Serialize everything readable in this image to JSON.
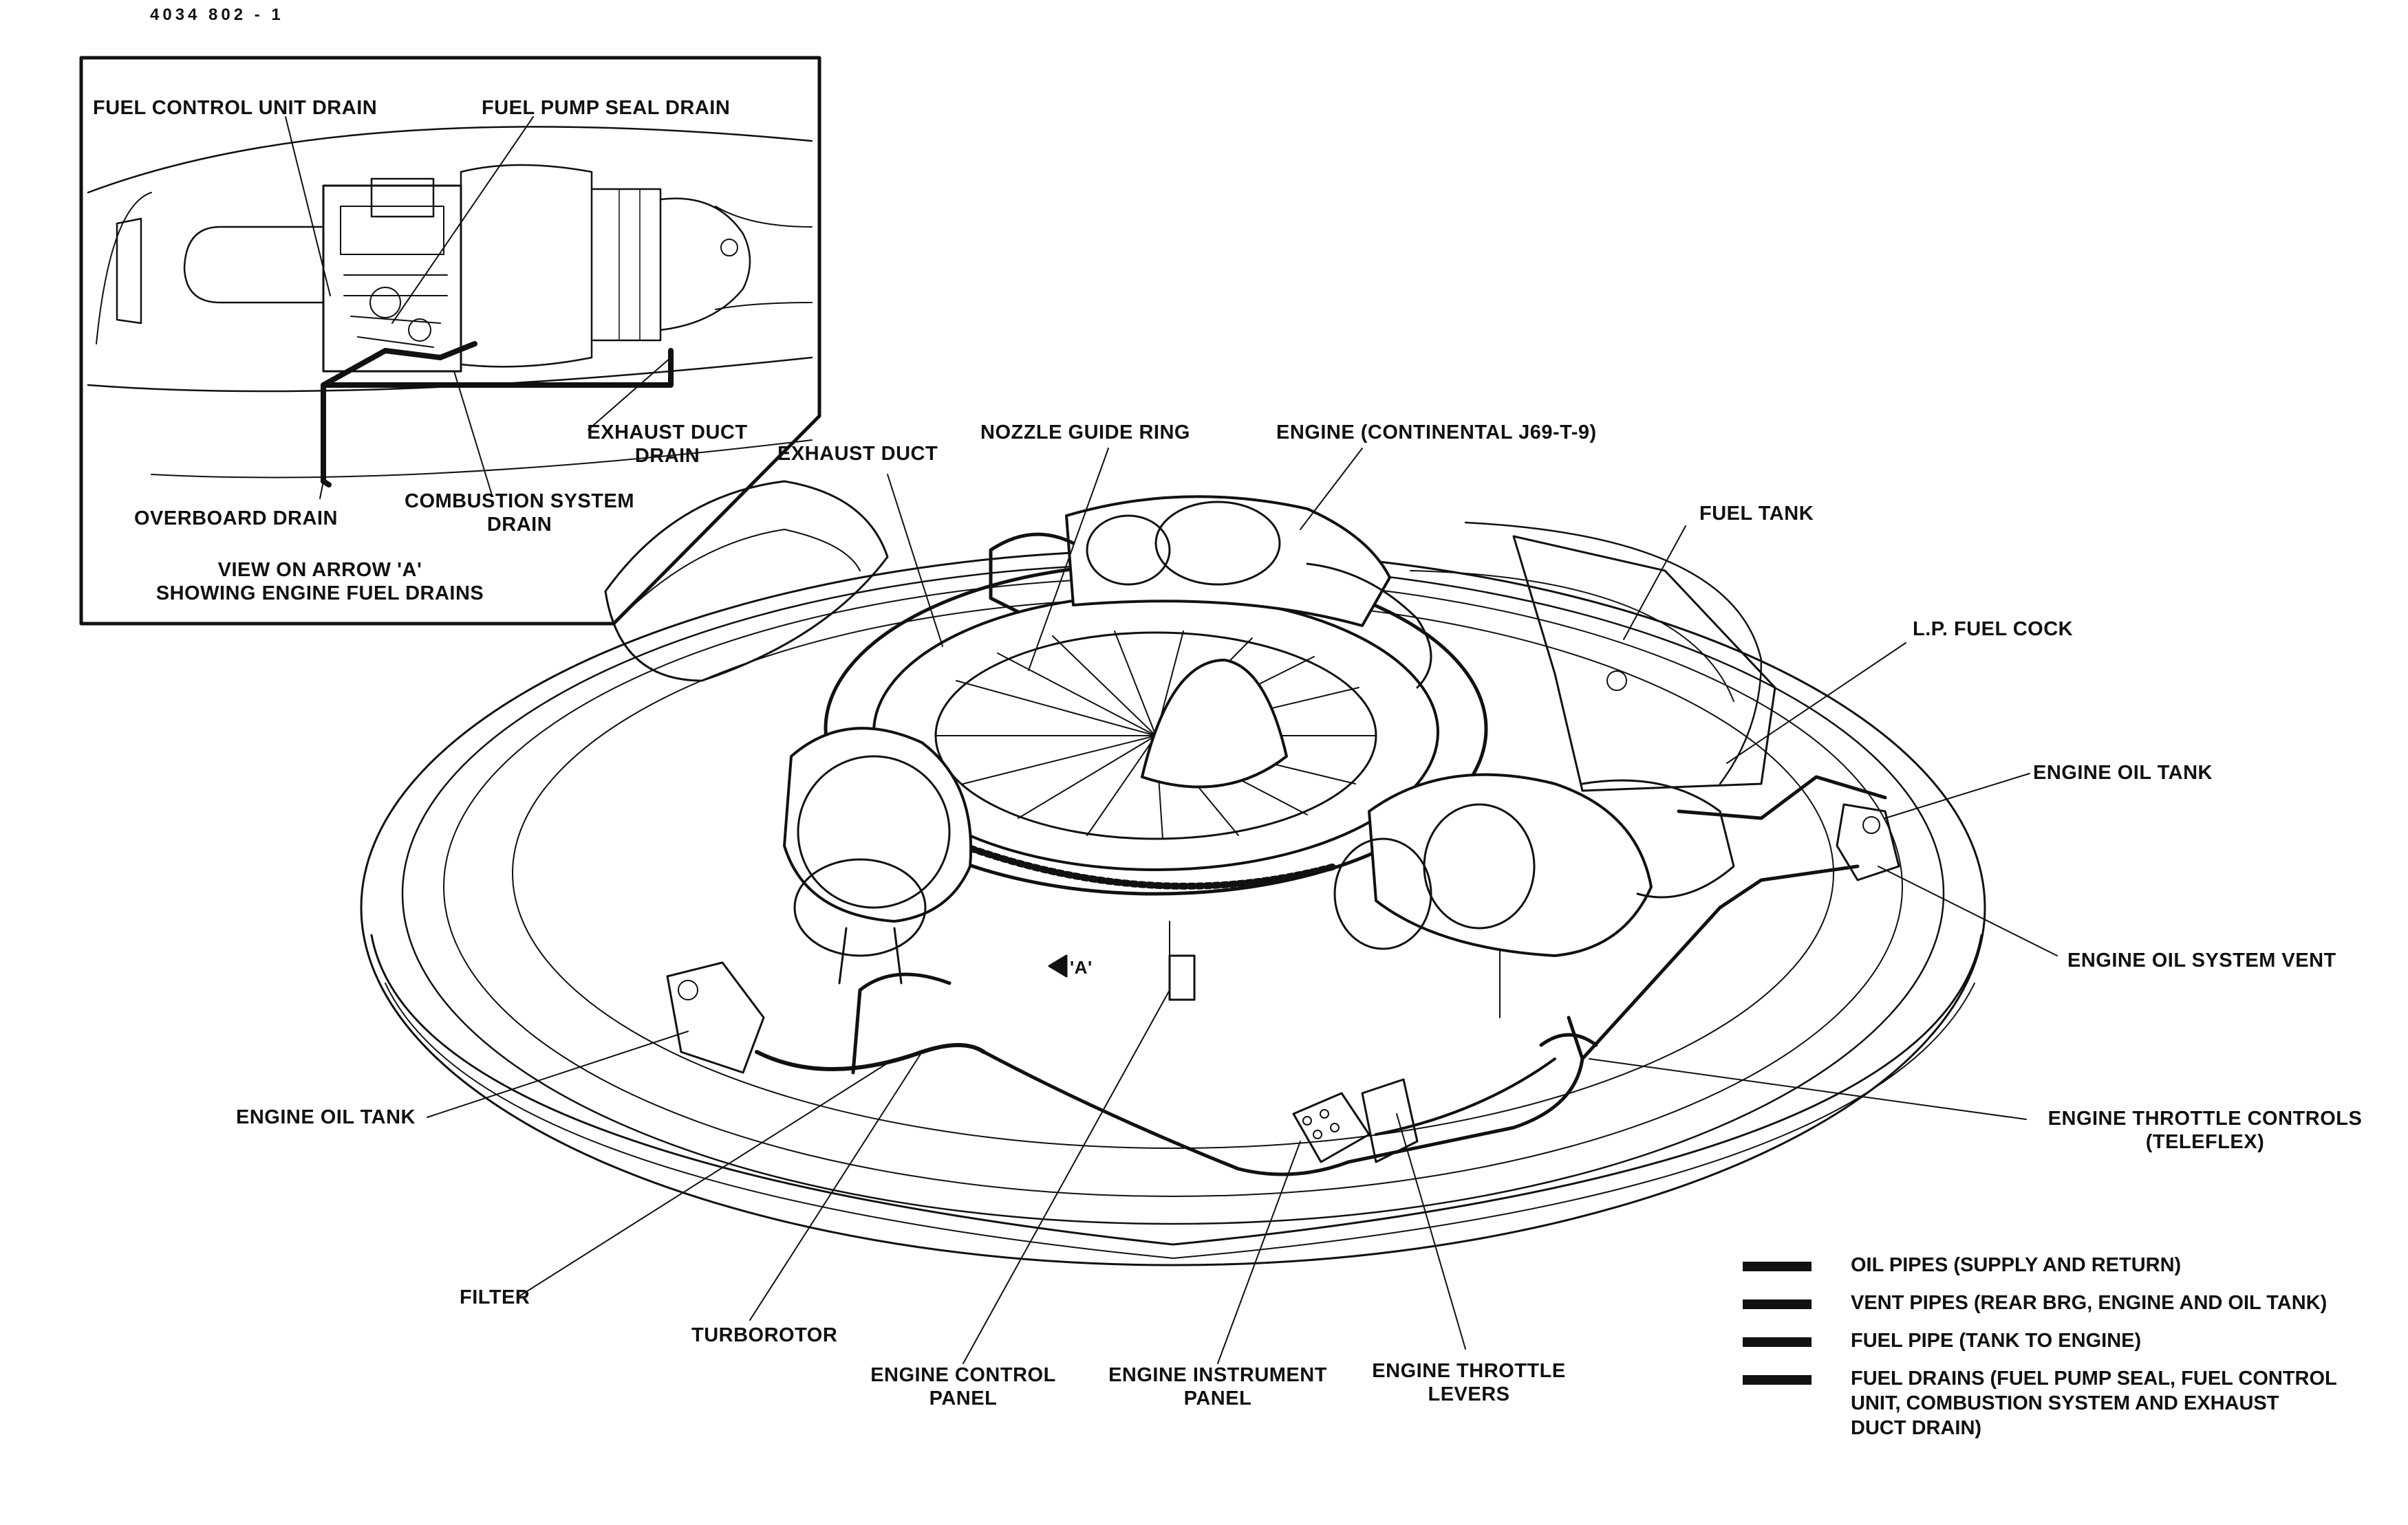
{
  "document": {
    "number": "4034 802 - 1"
  },
  "inset": {
    "caption_line1": "VIEW ON ARROW 'A'",
    "caption_line2": "SHOWING ENGINE FUEL DRAINS",
    "labels": {
      "fuel_control_unit_drain": "FUEL CONTROL UNIT DRAIN",
      "fuel_pump_seal_drain": "FUEL PUMP SEAL DRAIN",
      "exhaust_duct_drain_1": "EXHAUST DUCT",
      "exhaust_duct_drain_2": "DRAIN",
      "overboard_drain": "OVERBOARD DRAIN",
      "combustion_system_drain_1": "COMBUSTION SYSTEM",
      "combustion_system_drain_2": "DRAIN"
    }
  },
  "labels": {
    "nozzle_guide_ring": "NOZZLE GUIDE RING",
    "engine": "ENGINE (CONTINENTAL J69-T-9)",
    "exhaust_duct": "EXHAUST DUCT",
    "fuel_tank": "FUEL TANK",
    "lp_fuel_cock": "L.P. FUEL COCK",
    "engine_oil_tank_right": "ENGINE OIL TANK",
    "engine_oil_system_vent": "ENGINE OIL SYSTEM VENT",
    "engine_throttle_controls_1": "ENGINE THROTTLE CONTROLS",
    "engine_throttle_controls_2": "(TELEFLEX)",
    "engine_oil_tank_left": "ENGINE OIL TANK",
    "filter": "FILTER",
    "turborotor": "TURBOROTOR",
    "engine_control_panel_1": "ENGINE CONTROL",
    "engine_control_panel_2": "PANEL",
    "engine_instrument_panel_1": "ENGINE INSTRUMENT",
    "engine_instrument_panel_2": "PANEL",
    "engine_throttle_levers_1": "ENGINE THROTTLE",
    "engine_throttle_levers_2": "LEVERS",
    "arrow_a": "'A'"
  },
  "legend": [
    {
      "line1": "OIL PIPES (SUPPLY AND RETURN)",
      "line2": "",
      "line3": ""
    },
    {
      "line1": "VENT PIPES (REAR BRG, ENGINE AND OIL TANK)",
      "line2": "",
      "line3": ""
    },
    {
      "line1": "FUEL PIPE (TANK TO ENGINE)",
      "line2": "",
      "line3": ""
    },
    {
      "line1": "FUEL DRAINS (FUEL PUMP SEAL, FUEL CONTROL",
      "line2": "UNIT, COMBUSTION SYSTEM AND EXHAUST",
      "line3": "DUCT DRAIN)"
    }
  ],
  "colors": {
    "ink": "#111111",
    "paper": "#ffffff"
  }
}
